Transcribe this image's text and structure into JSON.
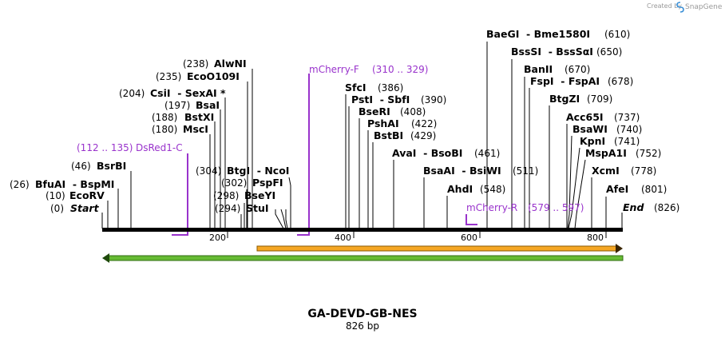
{
  "credit": {
    "prefix": "Created by",
    "brand": "SnapGene"
  },
  "map": {
    "title": "GA-DEVD-GB-NES",
    "length_label": "826 bp",
    "length": 826,
    "ticks": [
      "200",
      "400",
      "600",
      "800"
    ],
    "colors": {
      "backbone": "#000000",
      "primer": "#9933cc",
      "feature_orange": "#f5a623",
      "feature_green": "#66bb33"
    }
  },
  "sites": [
    {
      "pos": "(0)",
      "name": "Start",
      "italic": true
    },
    {
      "pos": "(10)",
      "name": "EcoRV"
    },
    {
      "pos": "(26)",
      "name": "BfuAI  - BspMI"
    },
    {
      "pos": "(46)",
      "name": "BsrBI"
    },
    {
      "pos": "(180)",
      "name": "MscI"
    },
    {
      "pos": "(188)",
      "name": "BstXI"
    },
    {
      "pos": "(197)",
      "name": "BsaI"
    },
    {
      "pos": "(204)",
      "name": "CsiI  - SexAI *"
    },
    {
      "pos": "(235)",
      "name": "EcoO109I"
    },
    {
      "pos": "(238)",
      "name": "AlwNI"
    },
    {
      "pos": "(294)",
      "name": "StuI"
    },
    {
      "pos": "(298)",
      "name": "BseYI"
    },
    {
      "pos": "(302)",
      "name": "PspFI"
    },
    {
      "pos": "(304)",
      "name": "BtgI  - NcoI"
    },
    {
      "pos": "(386)",
      "name": "SfcI"
    },
    {
      "pos": "(390)",
      "name": "PstI  - SbfI"
    },
    {
      "pos": "(408)",
      "name": "BseRI"
    },
    {
      "pos": "(422)",
      "name": "PshAI"
    },
    {
      "pos": "(429)",
      "name": "BstBI"
    },
    {
      "pos": "(461)",
      "name": "AvaI  - BsoBI"
    },
    {
      "pos": "(511)",
      "name": "BsaAI  - BsiWI"
    },
    {
      "pos": "(548)",
      "name": "AhdI"
    },
    {
      "pos": "(610)",
      "name": "BaeGI  - Bme1580I"
    },
    {
      "pos": "(650)",
      "name": "BssSI  - BssSαI"
    },
    {
      "pos": "(670)",
      "name": "BanII"
    },
    {
      "pos": "(678)",
      "name": "FspI  - FspAI"
    },
    {
      "pos": "(709)",
      "name": "BtgZI"
    },
    {
      "pos": "(737)",
      "name": "Acc65I"
    },
    {
      "pos": "(740)",
      "name": "BsaWI"
    },
    {
      "pos": "(741)",
      "name": "KpnI"
    },
    {
      "pos": "(752)",
      "name": "MspA1I"
    },
    {
      "pos": "(778)",
      "name": "XcmI"
    },
    {
      "pos": "(801)",
      "name": "AfeI"
    },
    {
      "pos": "(826)",
      "name": "End",
      "italic": true
    }
  ],
  "primers": [
    {
      "name": "DsRed1-C",
      "range": "(112 .. 135)"
    },
    {
      "name": "mCherry-F",
      "range": "(310 .. 329)"
    },
    {
      "name": "mCherry-R",
      "range": "(579 .. 597)"
    }
  ]
}
